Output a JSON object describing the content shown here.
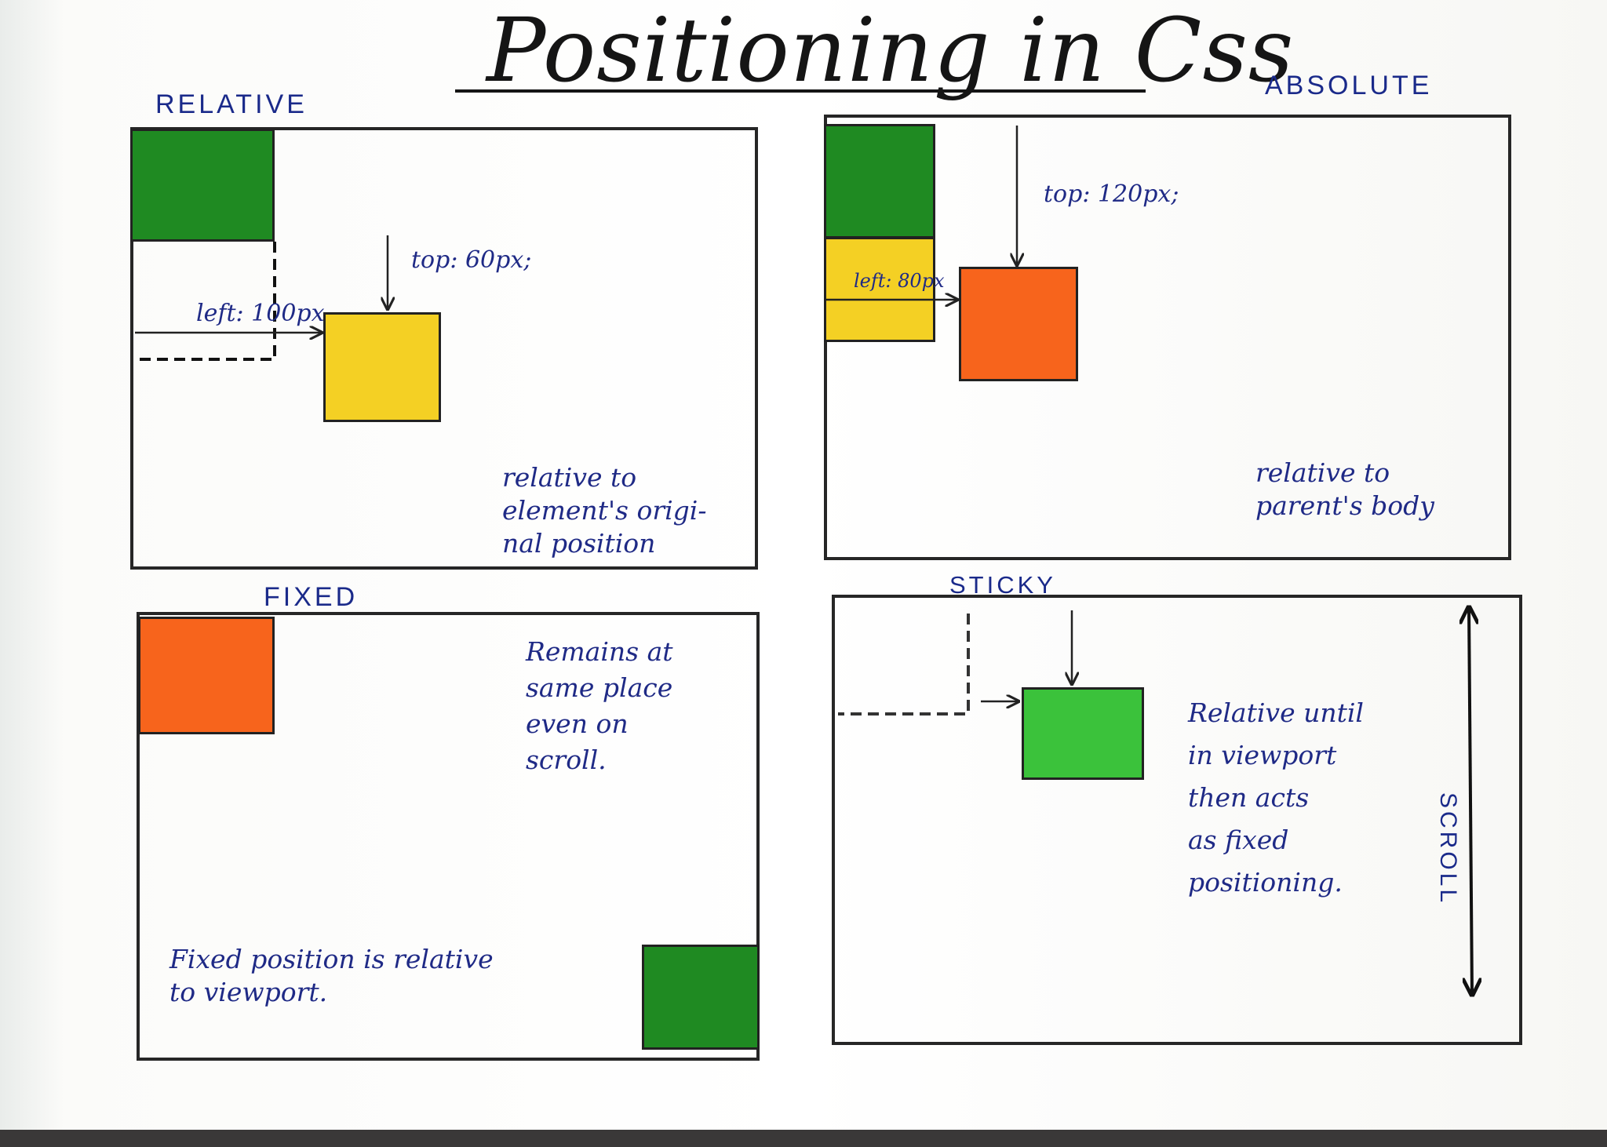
{
  "title": "Positioning in Css",
  "colors": {
    "dark_green": "#1f8a22",
    "light_green": "#3bc23b",
    "yellow": "#f4d024",
    "orange": "#f7641c",
    "ink_blue": "#1f2a86",
    "outline": "#262626"
  },
  "panels": {
    "relative": {
      "label": "RELATIVE",
      "top_code": "top: 60px;",
      "left_code": "left: 100px",
      "note": "relative to\nelement's origi-\nnal position"
    },
    "absolute": {
      "label": "ABSOLUTE",
      "top_code": "top: 120px;",
      "left_code": "left: 80px",
      "note": "relative to\nparent's body"
    },
    "fixed": {
      "label": "FIXED",
      "note_top": "Remains at\nsame place\neven on\nscroll.",
      "note_bottom": "Fixed position is relative\nto viewport."
    },
    "sticky": {
      "label": "STICKY",
      "scroll_label": "SCROLL",
      "note": "Relative until\nin viewport\nthen acts\nas fixed\npositioning."
    }
  }
}
